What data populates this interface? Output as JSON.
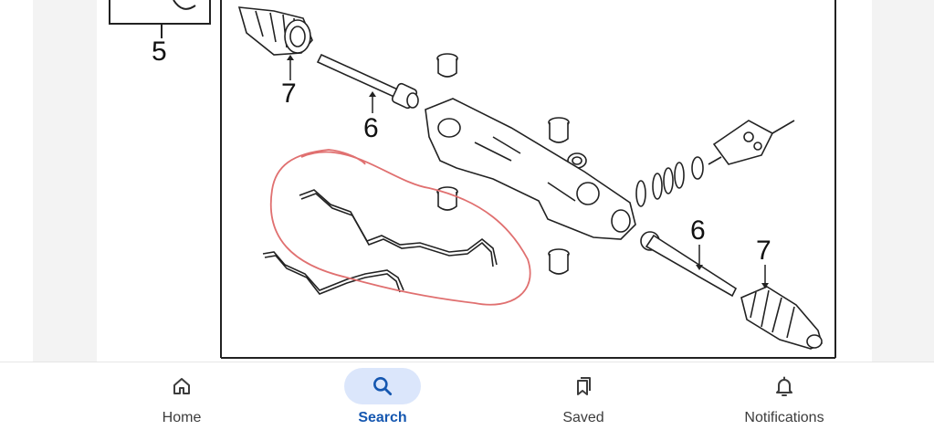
{
  "diagram": {
    "callouts": {
      "c1": "5",
      "c2": "7",
      "c3": "6",
      "c4": "6",
      "c5": "7"
    },
    "annotation_color": "#e07070"
  },
  "nav": {
    "items": [
      {
        "label": "Home",
        "icon": "home-icon",
        "active": false
      },
      {
        "label": "Search",
        "icon": "search-icon",
        "active": true
      },
      {
        "label": "Saved",
        "icon": "bookmarks-icon",
        "active": false
      },
      {
        "label": "Notifications",
        "icon": "bell-icon",
        "active": false
      }
    ],
    "active_color": "#1557b0",
    "active_pill_color": "#dbe6fb"
  }
}
